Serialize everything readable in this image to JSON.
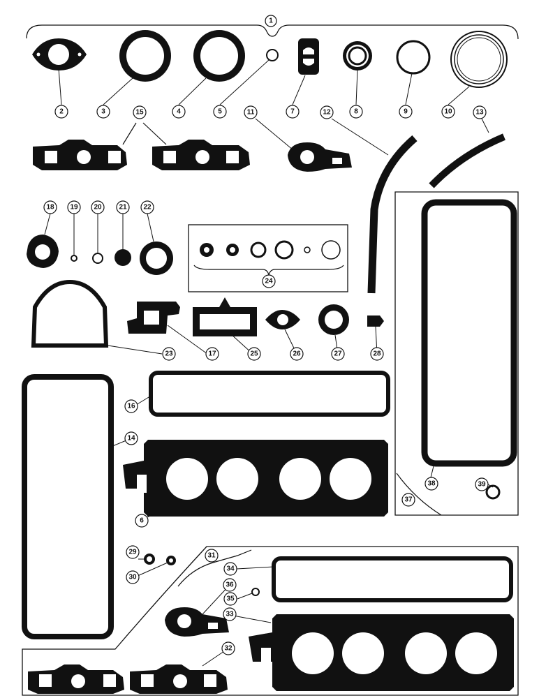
{
  "diagram": {
    "colors": {
      "ink": "#111111",
      "paper": "#ffffff"
    },
    "callouts": [
      "1",
      "2",
      "3",
      "4",
      "5",
      "6",
      "7",
      "8",
      "9",
      "10",
      "11",
      "12",
      "13",
      "14",
      "15",
      "16",
      "17",
      "18",
      "19",
      "20",
      "21",
      "22",
      "23",
      "24",
      "25",
      "26",
      "27",
      "28",
      "29",
      "30",
      "31",
      "32",
      "33",
      "34",
      "35",
      "36",
      "37",
      "38",
      "39"
    ]
  }
}
